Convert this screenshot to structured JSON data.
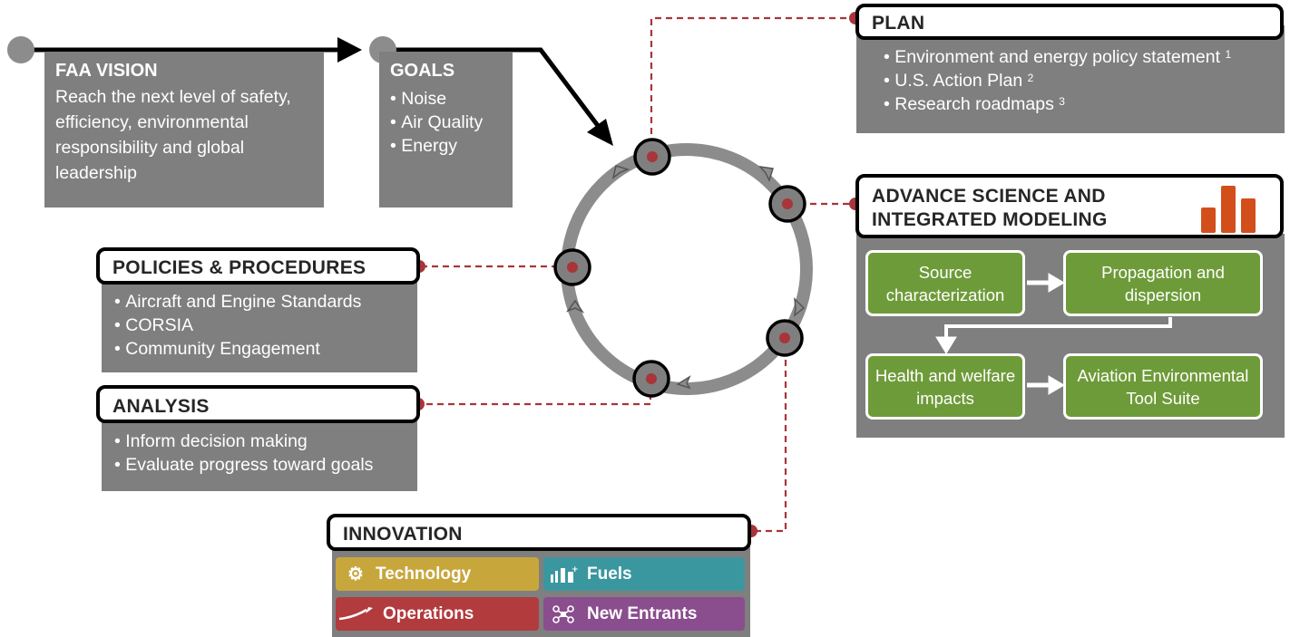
{
  "vision": {
    "title": "FAA VISION",
    "text": "Reach the next level of safety, efficiency, environmental responsibility and global leadership"
  },
  "goals": {
    "title": "GOALS",
    "items": [
      "Noise",
      "Air Quality",
      "Energy"
    ]
  },
  "plan": {
    "title": "PLAN",
    "items": [
      {
        "text": "Environment and energy policy statement",
        "ref": "1"
      },
      {
        "text": "U.S. Action Plan",
        "ref": "2"
      },
      {
        "text": "Research roadmaps",
        "ref": "3"
      }
    ]
  },
  "science": {
    "title_line1": "ADVANCE SCIENCE AND",
    "title_line2": "INTEGRATED MODELING",
    "icon": "bar-chart-icon",
    "icon_color": "#d24f1c",
    "steps": [
      {
        "line1": "Source",
        "line2": "characterization"
      },
      {
        "line1": "Propagation and",
        "line2": "dispersion"
      },
      {
        "line1": "Health and welfare",
        "line2": "impacts"
      },
      {
        "line1": "Aviation Environmental",
        "line2": "Tool Suite"
      }
    ]
  },
  "policies": {
    "title": "POLICIES & PROCEDURES",
    "items": [
      "Aircraft and Engine Standards",
      "CORSIA",
      "Community Engagement"
    ]
  },
  "analysis": {
    "title": "ANALYSIS",
    "items": [
      "Inform decision making",
      "Evaluate progress toward goals"
    ]
  },
  "innovation": {
    "title": "INNOVATION",
    "tiles": [
      {
        "label": "Technology",
        "icon": "gears-icon",
        "color": "#c7a63c"
      },
      {
        "label": "Fuels",
        "icon": "fuel-lab-icon",
        "color": "#3b979f"
      },
      {
        "label": "Operations",
        "icon": "airplane-takeoff-icon",
        "color": "#b23b3e"
      },
      {
        "label": "New Entrants",
        "icon": "drone-icon",
        "color": "#8a4d8e"
      }
    ]
  },
  "colors": {
    "box_gray": "#7f7f7f",
    "connector_red": "#a8353a",
    "step_green": "#6e9b39",
    "cycle_gray": "#8c8c8c"
  }
}
